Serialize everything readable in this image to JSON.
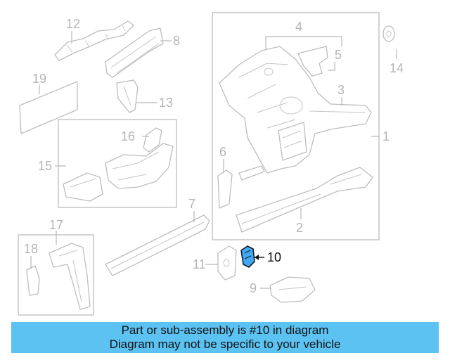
{
  "diagram": {
    "callouts": {
      "c1": "1",
      "c2": "2",
      "c4": "4",
      "c5": "5",
      "c6": "6",
      "c7": "7",
      "c8": "8",
      "c9": "9",
      "c10": "10",
      "c11": "11",
      "c12": "12",
      "c13": "13",
      "c14": "14",
      "c15": "15",
      "c16": "16",
      "c17": "17",
      "c18": "18",
      "c19": "19",
      "c3": "3"
    },
    "highlight_color": "#3fa9f5"
  },
  "banner": {
    "line1": "Part or sub-assembly is #10 in diagram",
    "line2": "Diagram may not be specific to your vehicle",
    "background": "#5bc2f2"
  }
}
